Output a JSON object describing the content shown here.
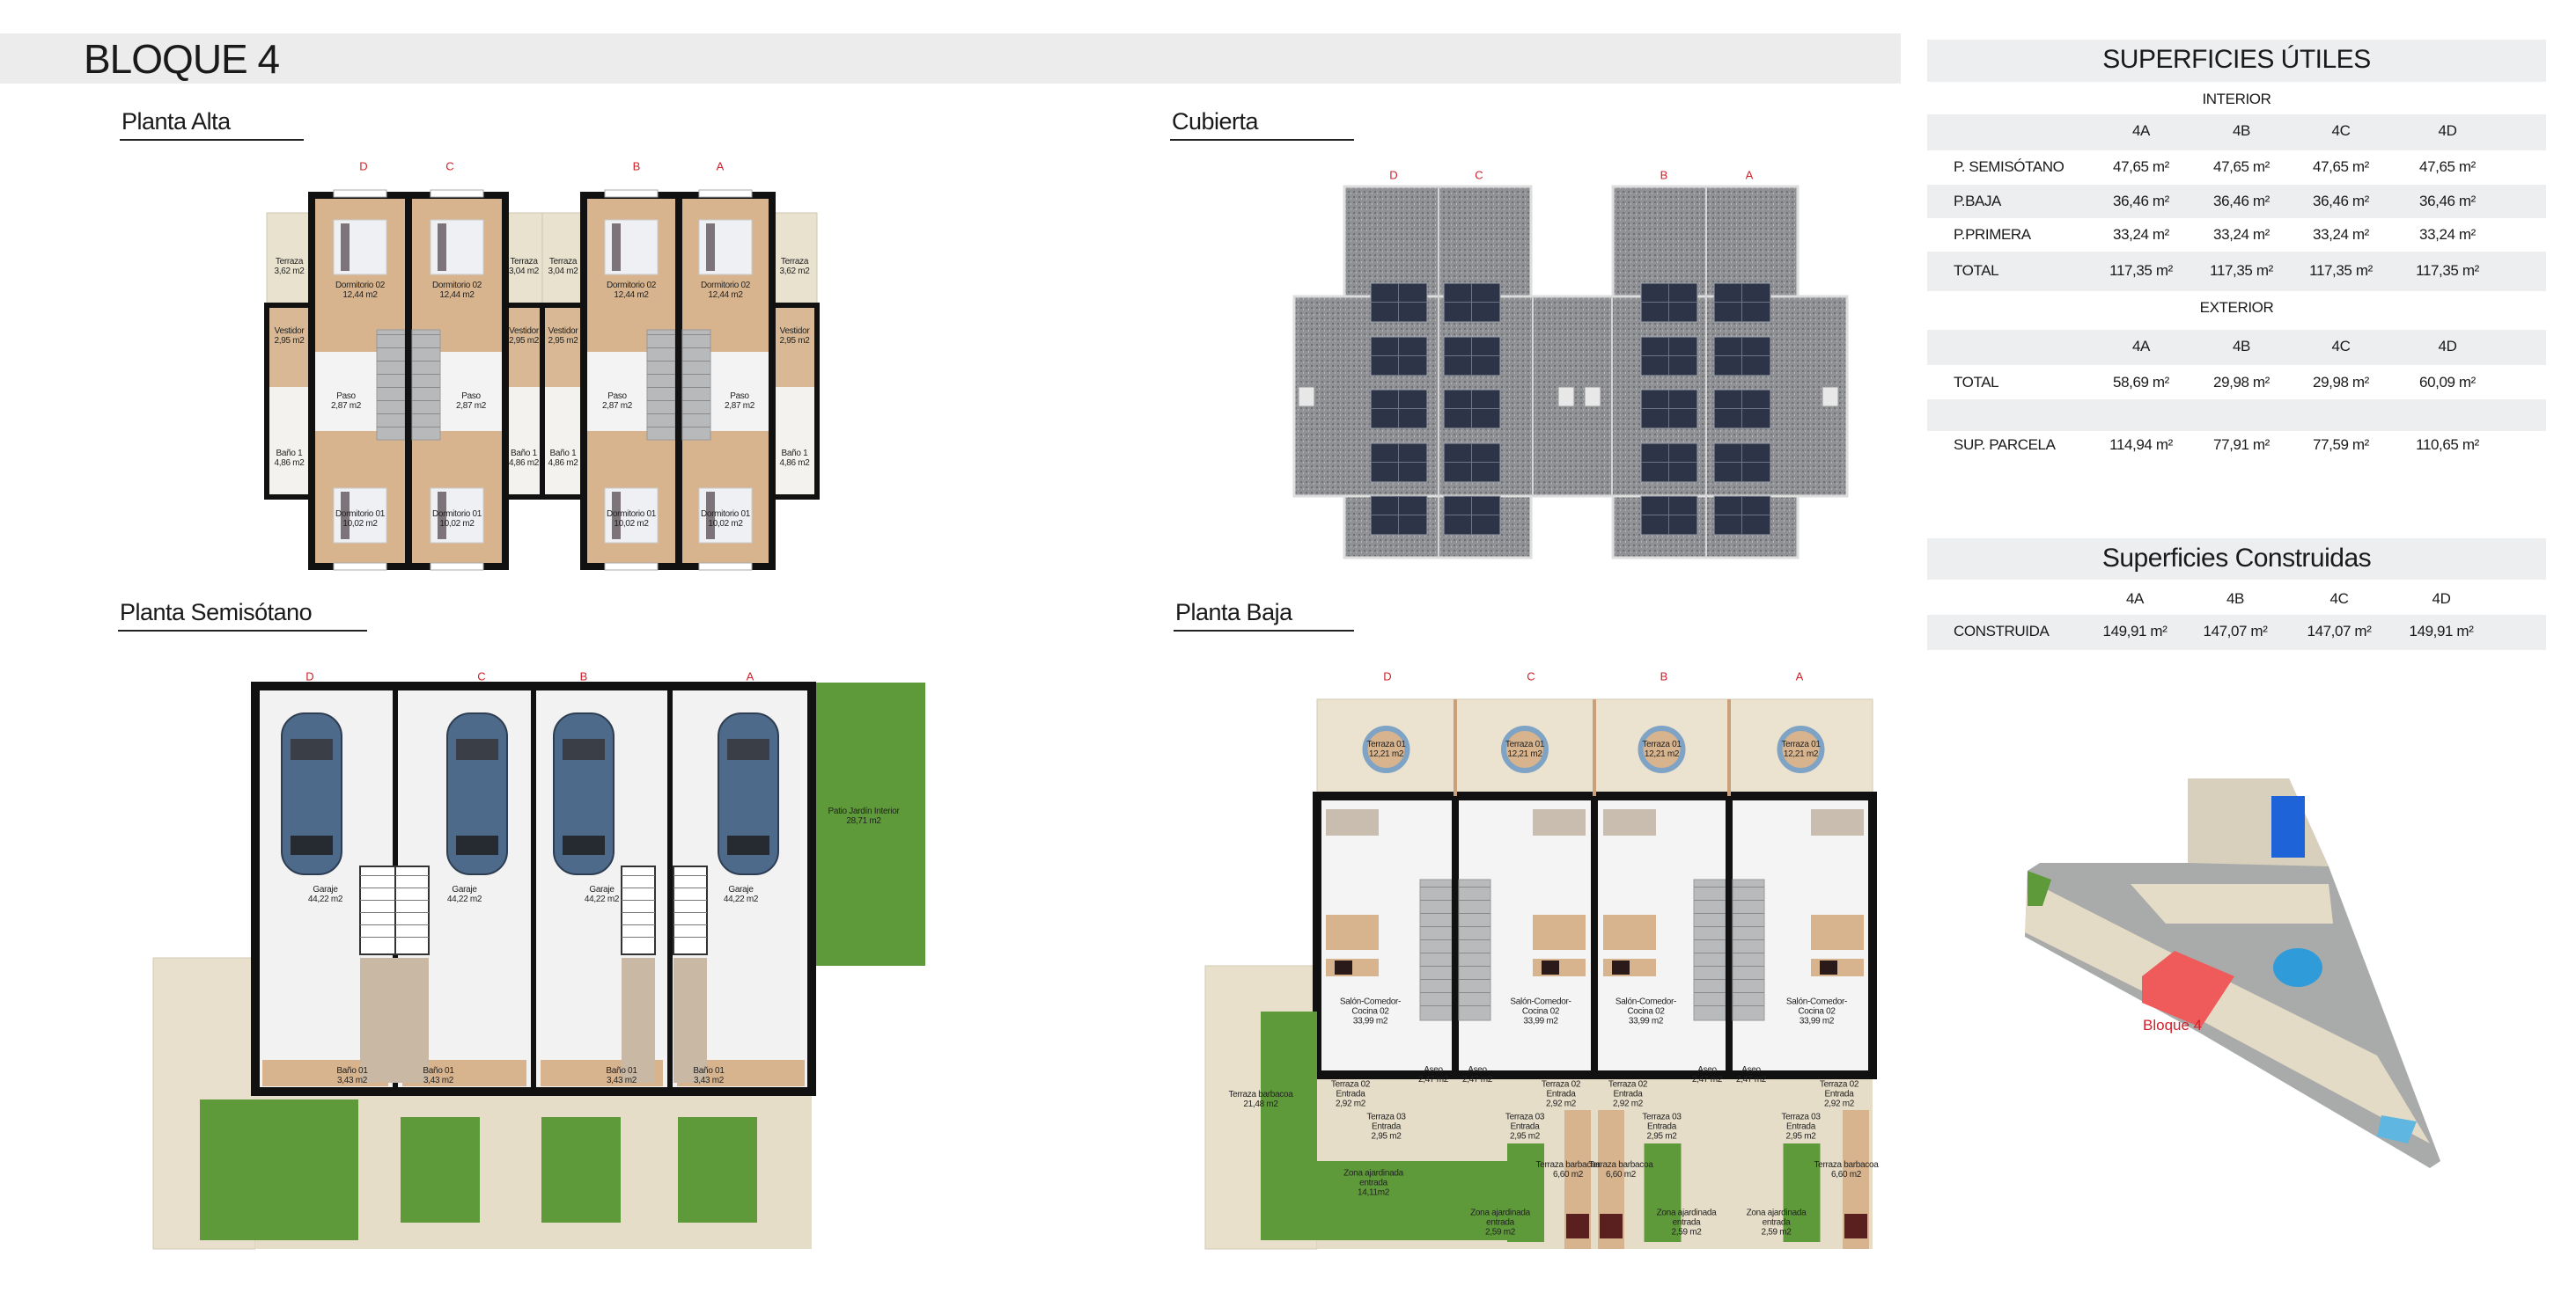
{
  "header": {
    "title": "BLOQUE 4"
  },
  "colors": {
    "accent_red": "#d0202a",
    "band_gray": "#eceef0",
    "wall": "#111111",
    "wood": "#d8b48e",
    "grass": "#5f9a3a",
    "solar_panel": "#2d3447"
  },
  "plans": {
    "planta_alta": {
      "title": "Planta Alta",
      "units": [
        {
          "letter": "D",
          "rooms": [
            {
              "name": "Terraza",
              "area": "3,62 m2"
            },
            {
              "name": "Dormitorio 02",
              "area": "12,44 m2"
            },
            {
              "name": "Vestidor",
              "area": "2,95 m2"
            },
            {
              "name": "Paso",
              "area": "2,87 m2"
            },
            {
              "name": "Baño 1",
              "area": "4,86 m2"
            },
            {
              "name": "Dormitorio 01",
              "area": "10,02 m2"
            }
          ]
        },
        {
          "letter": "C",
          "rooms": [
            {
              "name": "Terraza",
              "area": "3,04 m2"
            },
            {
              "name": "Dormitorio 02",
              "area": "12,44 m2"
            },
            {
              "name": "Vestidor",
              "area": "2,95 m2"
            },
            {
              "name": "Paso",
              "area": "2,87 m2"
            },
            {
              "name": "Baño 1",
              "area": "4,86 m2"
            },
            {
              "name": "Dormitorio 01",
              "area": "10,02 m2"
            }
          ]
        },
        {
          "letter": "B",
          "rooms": [
            {
              "name": "Terraza",
              "area": "3,04 m2"
            },
            {
              "name": "Dormitorio 02",
              "area": "12,44 m2"
            },
            {
              "name": "Vestidor",
              "area": "2,95 m2"
            },
            {
              "name": "Paso",
              "area": "2,87 m2"
            },
            {
              "name": "Baño 1",
              "area": "4,86 m2"
            },
            {
              "name": "Dormitorio 01",
              "area": "10,02 m2"
            }
          ]
        },
        {
          "letter": "A",
          "rooms": [
            {
              "name": "Terraza",
              "area": "3,62 m2"
            },
            {
              "name": "Dormitorio 02",
              "area": "12,44 m2"
            },
            {
              "name": "Vestidor",
              "area": "2,95 m2"
            },
            {
              "name": "Paso",
              "area": "2,87 m2"
            },
            {
              "name": "Baño 1",
              "area": "4,86 m2"
            },
            {
              "name": "Dormitorio 01",
              "area": "10,02 m2"
            }
          ]
        }
      ]
    },
    "cubierta": {
      "title": "Cubierta",
      "units": [
        {
          "letter": "D"
        },
        {
          "letter": "C"
        },
        {
          "letter": "B"
        },
        {
          "letter": "A"
        }
      ]
    },
    "planta_semisotano": {
      "title": "Planta Semisótano",
      "units": [
        {
          "letter": "D",
          "rooms": [
            {
              "name": "Garaje",
              "area": "44,22 m2"
            },
            {
              "name": "Baño 01",
              "area": "3,43 m2"
            }
          ]
        },
        {
          "letter": "C",
          "rooms": [
            {
              "name": "Garaje",
              "area": "44,22 m2"
            },
            {
              "name": "Baño 01",
              "area": "3,43 m2"
            }
          ]
        },
        {
          "letter": "B",
          "rooms": [
            {
              "name": "Garaje",
              "area": "44,22 m2"
            },
            {
              "name": "Baño 01",
              "area": "3,43 m2"
            }
          ]
        },
        {
          "letter": "A",
          "rooms": [
            {
              "name": "Garaje",
              "area": "44,22 m2"
            },
            {
              "name": "Baño 01",
              "area": "3,43 m2"
            }
          ]
        }
      ],
      "patio": {
        "name": "Patio Jardín Interior",
        "area": "28,71 m2"
      }
    },
    "planta_baja": {
      "title": "Planta Baja",
      "units": [
        {
          "letter": "D",
          "rooms": [
            {
              "name": "Terraza 01",
              "area": "12,21 m2"
            },
            {
              "name": "Salón-Comedor-Cocina 02",
              "area": "33,99 m2"
            },
            {
              "name": "Aseo",
              "area": "2,47 m2"
            },
            {
              "name": "Terraza 02 Entrada",
              "area": "2,92 m2"
            },
            {
              "name": "Terraza 03 Entrada",
              "area": "2,95 m2"
            },
            {
              "name": "Terraza barbacoa",
              "area": "21,48 m2"
            },
            {
              "name": "Zona ajardinada entrada",
              "area": "14,11m2"
            }
          ]
        },
        {
          "letter": "C",
          "rooms": [
            {
              "name": "Terraza 01",
              "area": "12,21 m2"
            },
            {
              "name": "Salón-Comedor-Cocina 02",
              "area": "33,99 m2"
            },
            {
              "name": "Aseo",
              "area": "2,47 m2"
            },
            {
              "name": "Terraza 02 Entrada",
              "area": "2,92 m2"
            },
            {
              "name": "Terraza 03 Entrada",
              "area": "2,95 m2"
            },
            {
              "name": "Terraza barbacoa",
              "area": "6,60 m2"
            },
            {
              "name": "Zona ajardinada entrada",
              "area": "2,59 m2"
            }
          ]
        },
        {
          "letter": "B",
          "rooms": [
            {
              "name": "Terraza 01",
              "area": "12,21 m2"
            },
            {
              "name": "Salón-Comedor-Cocina 02",
              "area": "33,99 m2"
            },
            {
              "name": "Aseo",
              "area": "2,47 m2"
            },
            {
              "name": "Terraza 02 Entrada",
              "area": "2,92 m2"
            },
            {
              "name": "Terraza 03 Entrada",
              "area": "2,95 m2"
            },
            {
              "name": "Terraza barbacoa",
              "area": "6,60 m2"
            },
            {
              "name": "Zona ajardinada entrada",
              "area": "2,59 m2"
            }
          ]
        },
        {
          "letter": "A",
          "rooms": [
            {
              "name": "Terraza 01",
              "area": "12,21 m2"
            },
            {
              "name": "Salón-Comedor-Cocina 02",
              "area": "33,99 m2"
            },
            {
              "name": "Aseo",
              "area": "2,47 m2"
            },
            {
              "name": "Terraza 02 Entrada",
              "area": "2,92 m2"
            },
            {
              "name": "Terraza 03 Entrada",
              "area": "2,95 m2"
            },
            {
              "name": "Terraza barbacoa",
              "area": "6,60 m2"
            },
            {
              "name": "Zona ajardinada entrada",
              "area": "2,59 m2"
            }
          ]
        }
      ]
    }
  },
  "superficies_utiles": {
    "title": "SUPERFICIES ÚTILES",
    "interior": {
      "label": "INTERIOR",
      "columns": [
        "4A",
        "4B",
        "4C",
        "4D"
      ],
      "rows": [
        {
          "label": "P. SEMISÓTANO",
          "values": [
            "47,65 m²",
            "47,65 m²",
            "47,65 m²",
            "47,65 m²"
          ]
        },
        {
          "label": "P.BAJA",
          "values": [
            "36,46 m²",
            "36,46 m²",
            "36,46 m²",
            "36,46 m²"
          ]
        },
        {
          "label": "P.PRIMERA",
          "values": [
            "33,24 m²",
            "33,24 m²",
            "33,24 m²",
            "33,24 m²"
          ]
        },
        {
          "label": "TOTAL",
          "values": [
            "117,35 m²",
            "117,35 m²",
            "117,35 m²",
            "117,35 m²"
          ]
        }
      ]
    },
    "exterior": {
      "label": "EXTERIOR",
      "columns": [
        "4A",
        "4B",
        "4C",
        "4D"
      ],
      "rows": [
        {
          "label": "TOTAL",
          "values": [
            "58,69 m²",
            "29,98 m²",
            "29,98 m²",
            "60,09 m²"
          ]
        },
        {
          "label": "SUP. PARCELA",
          "values": [
            "114,94 m²",
            "77,91 m²",
            "77,59 m²",
            "110,65 m²"
          ]
        }
      ]
    }
  },
  "superficies_construidas": {
    "title": "Superficies Construidas",
    "columns": [
      "4A",
      "4B",
      "4C",
      "4D"
    ],
    "rows": [
      {
        "label": "CONSTRUIDA",
        "values": [
          "149,91 m²",
          "147,07 m²",
          "147,07 m²",
          "149,91 m²"
        ]
      }
    ]
  },
  "site_plan": {
    "highlight_label": "Bloque 4"
  }
}
